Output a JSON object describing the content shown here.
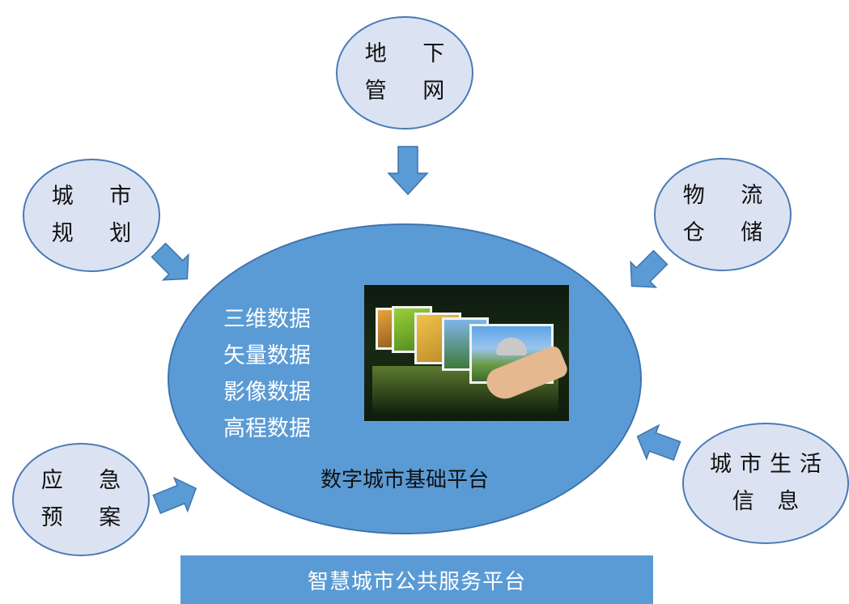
{
  "satellites": {
    "underground_pipeline": {
      "line1": "地 下",
      "line2": "管 网"
    },
    "urban_planning": {
      "line1": "城 市",
      "line2": "规 划"
    },
    "logistics_storage": {
      "line1": "物 流",
      "line2": "仓 储"
    },
    "emergency_plan": {
      "line1": "应 急",
      "line2": "预 案"
    },
    "city_life_info": {
      "line1": "城市生活",
      "line2": "信 息"
    }
  },
  "hub": {
    "data_items": [
      "三维数据",
      "矢量数据",
      "影像数据",
      "高程数据"
    ],
    "title": "数字城市基础平台"
  },
  "footer": {
    "label": "智慧城市公共服务平台"
  },
  "colors": {
    "hub_fill": "#5b9bd5",
    "satellite_fill": "#dbe3f2",
    "satellite_border": "#4a7ab5",
    "arrow_fill": "#5b9bd5"
  }
}
